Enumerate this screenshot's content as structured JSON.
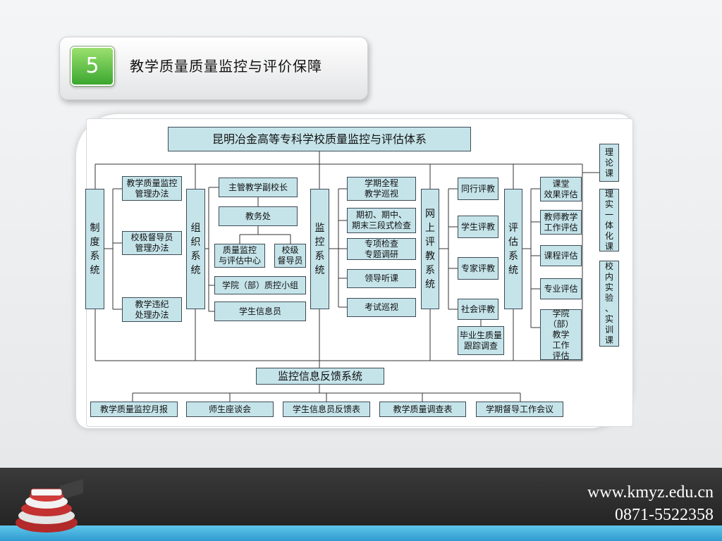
{
  "header": {
    "badge": "5",
    "title": "教学质量质量监控与评价保障"
  },
  "diagram": {
    "root": "昆明冶金高等专科学校质量监控与评估体系",
    "feedback": "监控信息反馈系统",
    "systems": {
      "institution": "制\n度\n系\n统",
      "organization": "组\n织\n系\n统",
      "monitoring": "监\n控\n系\n统",
      "online": "网\n上\n评\n教\n系\n统",
      "evaluation": "评\n估\n系\n统"
    },
    "institution_items": [
      "教学质量监控\n管理办法",
      "校极督导员\n管理办法",
      "教学违纪\n处理办法"
    ],
    "organization_items": {
      "vice_president": "主管教学副校长",
      "academic_affairs": "教务处",
      "qa_center": "质量监控\n与评估中心",
      "supervisor": "校级\n督导员",
      "college_group": "学院（部）质控小组",
      "student_info": "学生信息员"
    },
    "monitoring_items": [
      "学期全程\n教学巡视",
      "期初、期中、\n期末三段式检查",
      "专项检查\n专题调研",
      "领导听课",
      "考试巡视"
    ],
    "online_items": [
      "同行评教",
      "学生评教",
      "专家评教",
      "社会评教",
      "毕业生质量\n跟踪调查"
    ],
    "evaluation_items": [
      "课堂\n效果评估",
      "教师教学\n工作评估",
      "课程评估",
      "专业评估",
      "学院\n（部）\n教学\n工作\n评估"
    ],
    "course_types": [
      "理\n论\n课",
      "理\n实\n一\n体\n化\n课",
      "校\n内\n实\n验\n、\n实\n训\n课"
    ],
    "feedback_items": [
      "教学质量监控月报",
      "师生座谈会",
      "学生信息员反馈表",
      "教学质量调查表",
      "学期督导工作会议"
    ]
  },
  "footer": {
    "website": "www.kmyz.edu.cn",
    "phone": "0871-5522358"
  },
  "colors": {
    "box_fill": "#c5e4ea",
    "box_border": "#3d4b55",
    "badge_green": "#3aa72f"
  }
}
